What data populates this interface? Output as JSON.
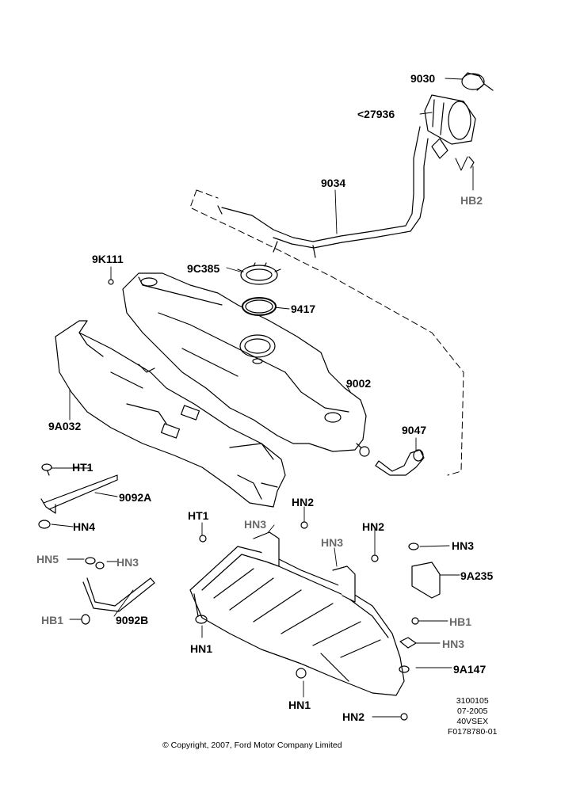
{
  "labels": {
    "l9030": "9030",
    "l27936": "<27936",
    "l9034": "9034",
    "lHB2": "HB2",
    "l9K111": "9K111",
    "l9C385": "9C385",
    "l9417": "9417",
    "l9002": "9002",
    "l9047": "9047",
    "l9A032": "9A032",
    "lHT1a": "HT1",
    "l9092A": "9092A",
    "lHN4": "HN4",
    "lHN2a": "HN2",
    "lHT1b": "HT1",
    "lHN3a": "HN3",
    "lHN2b": "HN2",
    "lHN3b": "HN3",
    "lHN3c": "HN3",
    "l9A235": "9A235",
    "lHN5": "HN5",
    "lHN3d": "HN3",
    "lHB1a": "HB1",
    "l9092B": "9092B",
    "lHN1a": "HN1",
    "lHB1b": "HB1",
    "lHN3e": "HN3",
    "l9A147": "9A147",
    "lHN1b": "HN1",
    "lHN2c": "HN2"
  },
  "footer": {
    "code1": "3100105",
    "code2": "07-2005",
    "code3": "40VSEX",
    "code4": "F0178780-01",
    "copyright": "© Copyright, 2007, Ford Motor Company Limited"
  },
  "colors": {
    "line": "#000000",
    "gray_label": "#6a6a6a",
    "fill": "#ffffff"
  }
}
